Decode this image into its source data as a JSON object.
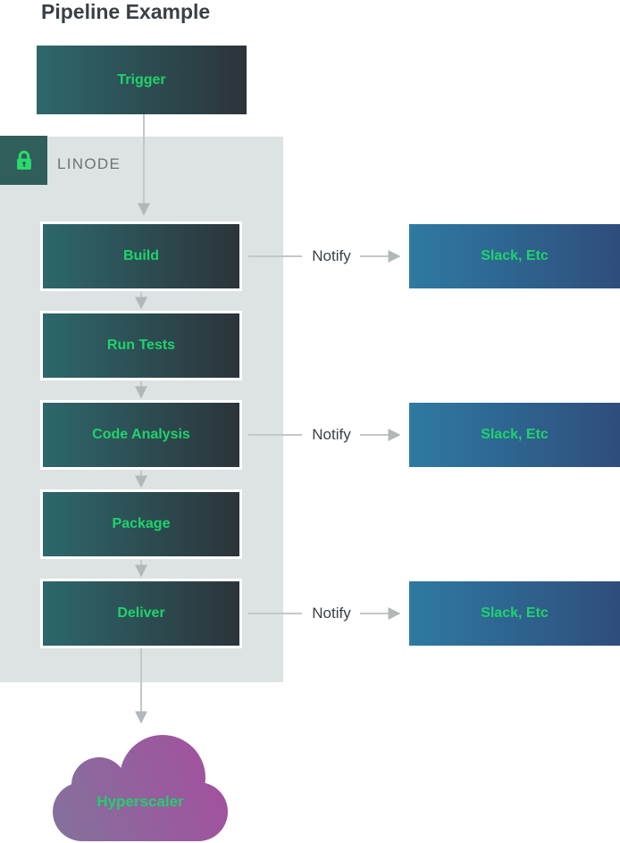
{
  "title": "Pipeline Example",
  "trigger": {
    "label": "Trigger"
  },
  "linode_zone": {
    "label": "LINODE",
    "icon": "lock-icon"
  },
  "pipeline": {
    "steps": [
      {
        "label": "Build"
      },
      {
        "label": "Run Tests"
      },
      {
        "label": "Code Analysis"
      },
      {
        "label": "Package"
      },
      {
        "label": "Deliver"
      }
    ]
  },
  "notify": {
    "label": "Notify",
    "target": "Slack, Etc"
  },
  "cloud": {
    "label": "Hyperscaler"
  },
  "colors": {
    "accent_green": "#1fd36d",
    "pipeline_box_gradient_start": "#2d686c",
    "pipeline_box_gradient_end": "#2c343a",
    "notify_box_gradient_start": "#2e7aa2",
    "notify_box_gradient_end": "#2f4d7c",
    "cloud_gradient_start": "#84719c",
    "cloud_gradient_end": "#a44f9f",
    "zone_background": "#dce3e2",
    "lock_tile_background": "#2f5f58",
    "connector_gray": "#c3c7c8",
    "title_color": "#3a4044"
  }
}
